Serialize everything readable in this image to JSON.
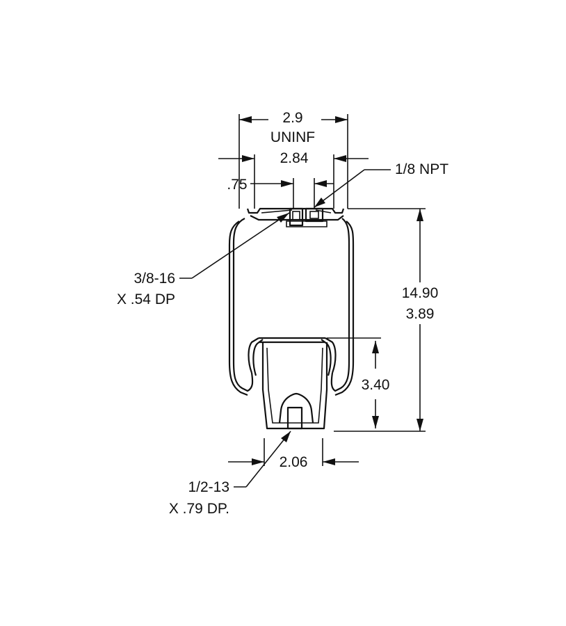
{
  "dimensions": {
    "top_width_value": "2.9",
    "top_width_note": "UNINF",
    "bead_width": "2.84",
    "offset": ".75",
    "air_fitting": "1/8 NPT",
    "top_stud_thread": "3/8-16",
    "top_stud_depth": "X .54 DP",
    "max_height": "14.90",
    "min_height": "3.89",
    "piston_height": "3.40",
    "piston_base_width": "2.06",
    "bottom_stud_thread": "1/2-13",
    "bottom_stud_depth": "X .79 DP."
  }
}
